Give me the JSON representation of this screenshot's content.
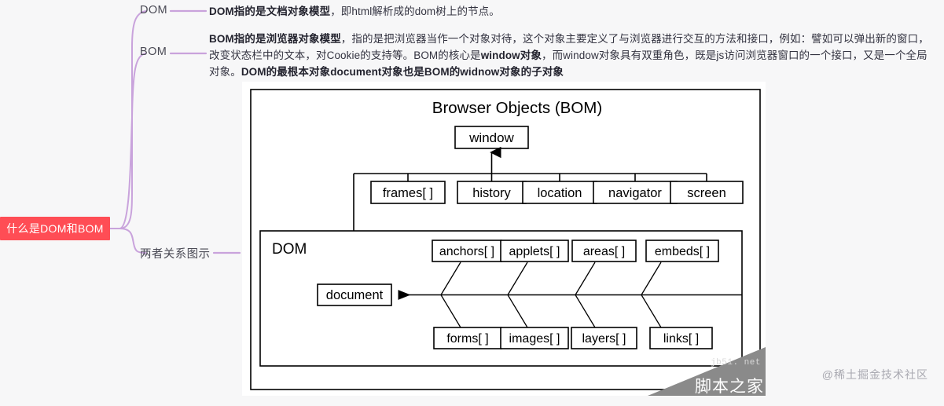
{
  "mindmap": {
    "root": {
      "label": "什么是DOM和BOM",
      "color": "#ff4d55",
      "text_color": "#ffffff"
    },
    "branch_color": "#c9a3dc",
    "branches": [
      {
        "id": "dom",
        "label": "DOM"
      },
      {
        "id": "bom",
        "label": "BOM"
      },
      {
        "id": "relation",
        "label": "两者关系图示"
      }
    ]
  },
  "content": {
    "dom_paragraph": {
      "bold_lead": "DOM指的是文档对象模型",
      "rest": "，即html解析成的dom树上的节点。"
    },
    "bom_paragraph": {
      "bold_lead": "BOM指的是浏览器对象模型",
      "part1": "，指的是把浏览器当作一个对象对待，这个对象主要定义了与浏览器进行交互的方法和接口，例如：譬如可以弹出新的窗口，改变状态栏中的文本，对Cookie的支持等。BOM的核心是",
      "bold_mid": "window对象",
      "part2": "，而window对象具有双重角色，既是js访问浏览器窗口的一个接口，又是一个全局对象。",
      "bold_tail": "DOM的最根本对象document对象也是BOM的widnow对象的子对象"
    }
  },
  "diagram": {
    "title": "Browser Objects (BOM)",
    "root_box": "window",
    "bom_children": [
      "frames[ ]",
      "history",
      "location",
      "navigator",
      "screen"
    ],
    "dom_section_label": "DOM",
    "dom_root_box": "document",
    "dom_top_children": [
      "anchors[ ]",
      "applets[ ]",
      "areas[ ]",
      "embeds[ ]"
    ],
    "dom_bottom_children": [
      "forms[ ]",
      "images[ ]",
      "layers[ ]",
      "links[ ]"
    ]
  },
  "watermarks": {
    "corner_url": "jb51. net",
    "corner_name": "脚本之家",
    "site_credit": "@稀土掘金技术社区"
  }
}
